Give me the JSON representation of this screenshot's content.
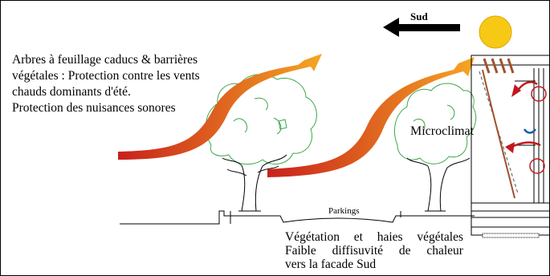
{
  "compass": {
    "label": "Sud"
  },
  "intro": {
    "lines": [
      "Arbres à feuillage caducs & barrières",
      "végétales : Protection contre les vents",
      "chauds dominants d'été.",
      "Protection des nuisances sonores"
    ]
  },
  "microclimate": {
    "label": "Microclimat"
  },
  "parking": {
    "label": "Parkings"
  },
  "vegetation": {
    "line1": [
      "Végétation",
      "et",
      "haies",
      "végétales"
    ],
    "line2": [
      "Faible",
      "diffisuvité",
      "de",
      "chaleur"
    ],
    "line3": "vers la facade Sud"
  },
  "colors": {
    "wind_start": "#c8201c",
    "wind_end": "#f5a623",
    "sun": "#f6c915",
    "tree_outline": "#3aa84a",
    "facade_slats": "#a0522d",
    "arrow_red": "#c0191e",
    "arrow_blue": "#1f5fa6"
  },
  "icons": [
    "sun-icon",
    "south-arrow-icon",
    "tree-icon",
    "wind-arrow-icon"
  ]
}
